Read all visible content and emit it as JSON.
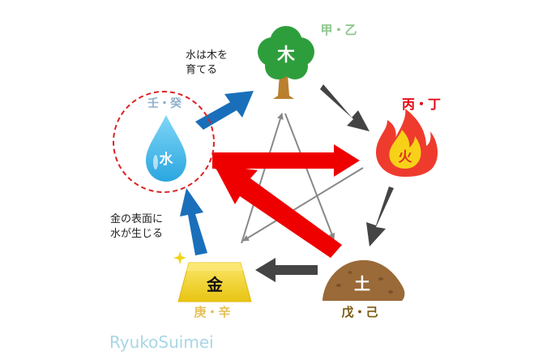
{
  "elements": {
    "wood": {
      "glyph": "木",
      "stems": "甲・乙",
      "color": "#2e9e3c",
      "stem_color": "#8cc78a"
    },
    "fire": {
      "glyph": "火",
      "stems": "丙・丁",
      "color": "#ee3b2e",
      "stem_color": "#e60012"
    },
    "earth": {
      "glyph": "土",
      "stems": "戊・己",
      "color": "#9a6a38",
      "stem_color": "#7a5a10"
    },
    "metal": {
      "glyph": "金",
      "stems": "庚・辛",
      "color": "#f1d518",
      "stem_color": "#e6c15a"
    },
    "water": {
      "glyph": "水",
      "stems": "壬・癸",
      "color": "#3fb7ea",
      "stem_color": "#8fb0cc"
    }
  },
  "annotations": {
    "water_wood": "水は木を\n育てる",
    "metal_water": "金の表面に\n水が生じる"
  },
  "watermark": "RyukoSuimei",
  "colors": {
    "generating_arrow": "#444444",
    "highlight_arrow": "#1a6fba",
    "controlling_arrow": "#ee0000",
    "star_line": "#888888",
    "focus_circle": "#dd2222"
  }
}
